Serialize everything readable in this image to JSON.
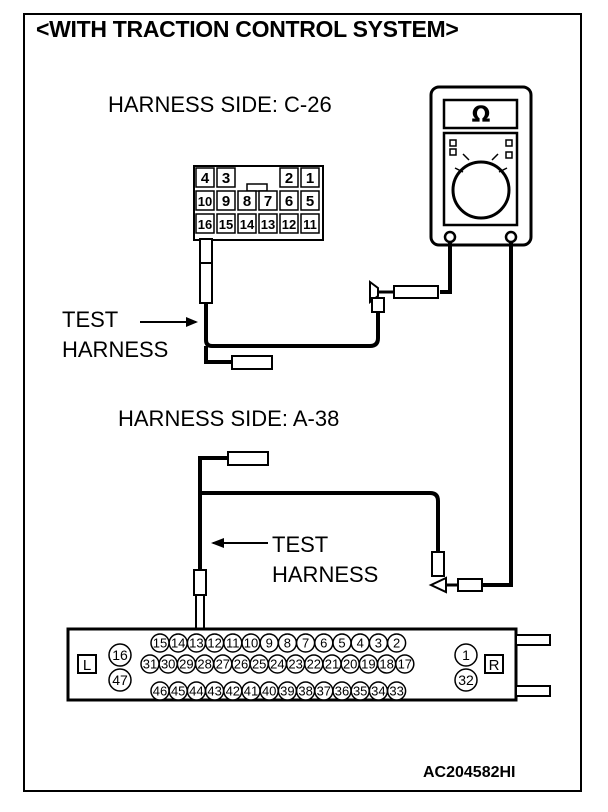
{
  "title": "<WITH TRACTION CONTROL SYSTEM>",
  "connector_c26": {
    "label": "HARNESS SIDE: C-26",
    "rows": [
      [
        "4",
        "3",
        "",
        "",
        "2",
        "1"
      ],
      [
        "10",
        "9",
        "8",
        "7",
        "6",
        "5"
      ],
      [
        "16",
        "15",
        "14",
        "13",
        "12",
        "11"
      ]
    ]
  },
  "connector_a38": {
    "label": "HARNESS SIDE: A-38",
    "left_tag": "L",
    "right_tag": "R",
    "row_top": [
      "15",
      "14",
      "13",
      "12",
      "11",
      "10",
      "9",
      "8",
      "7",
      "6",
      "5",
      "4",
      "3",
      "2"
    ],
    "row_mid": [
      "31",
      "30",
      "29",
      "28",
      "27",
      "26",
      "25",
      "24",
      "23",
      "22",
      "21",
      "20",
      "19",
      "18",
      "17"
    ],
    "row_bot": [
      "46",
      "45",
      "44",
      "43",
      "42",
      "41",
      "40",
      "39",
      "38",
      "37",
      "36",
      "35",
      "34",
      "33"
    ],
    "left_pins": [
      "16",
      "47"
    ],
    "right_pins": [
      "1",
      "32"
    ]
  },
  "test_harness_1": [
    "TEST",
    "HARNESS"
  ],
  "test_harness_2": [
    "TEST",
    "HARNESS"
  ],
  "meter": {
    "symbol": "Ω"
  },
  "figure_code": "AC204582HI"
}
